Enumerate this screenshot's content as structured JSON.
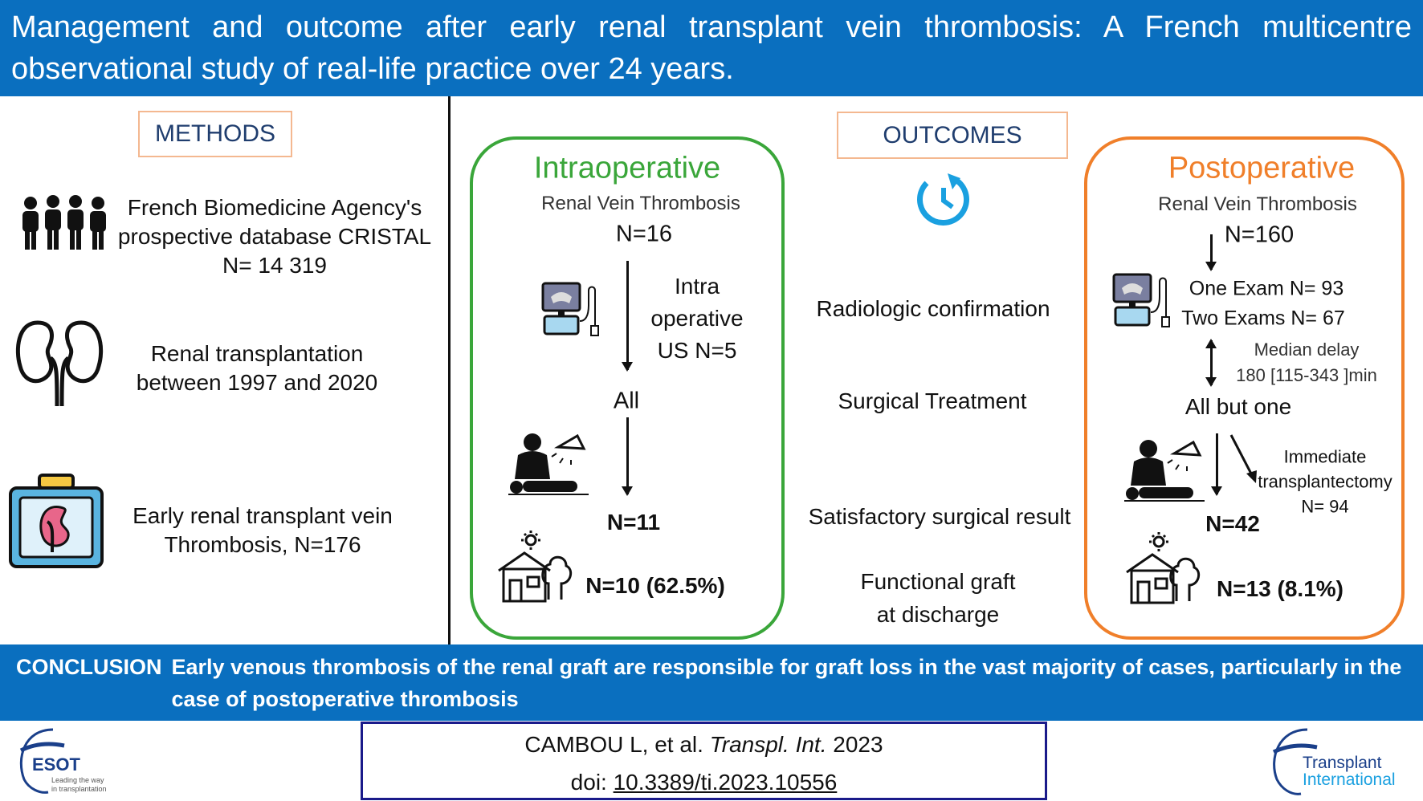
{
  "title": "Management and outcome after early renal transplant vein thrombosis: A French multicentre observational study of real-life practice over 24 years.",
  "methods": {
    "label": "METHODS",
    "items": [
      {
        "icon": "people-icon",
        "lines": [
          "French Biomedicine Agency's",
          "prospective database CRISTAL",
          "N= 14 319"
        ]
      },
      {
        "icon": "kidneys-icon",
        "lines": [
          "Renal transplantation",
          "between 1997 and 2020"
        ]
      },
      {
        "icon": "kidney-case-icon",
        "lines": [
          "Early renal transplant vein",
          "Thrombosis, N=176"
        ]
      }
    ]
  },
  "outcomes": {
    "label": "OUTCOMES",
    "icon": "clock-refresh-icon",
    "rows": [
      "Radiologic confirmation",
      "Surgical Treatment",
      "Satisfactory surgical result"
    ],
    "functional": [
      "Functional graft",
      "at discharge"
    ]
  },
  "intraoperative": {
    "title": "Intraoperative",
    "subtitle": "Renal Vein Thrombosis",
    "n": "N=16",
    "us": [
      "Intra",
      "operative",
      "US N=5"
    ],
    "surgery": "All",
    "satisfactory": "N=11",
    "functional": "N=10 (62.5%)",
    "color": "#3aa63a"
  },
  "postoperative": {
    "title": "Postoperative",
    "subtitle": "Renal Vein Thrombosis",
    "n": "N=160",
    "one_exam": "One Exam N= 93",
    "two_exams": "Two Exams N= 67",
    "delay_label": "Median delay",
    "delay_value": "180 [115-343 ]min",
    "surgery": "All but one",
    "transplantectomy": [
      "Immediate",
      "transplantectomy",
      "N= 94"
    ],
    "satisfactory": "N=42",
    "functional": "N=13 (8.1%)",
    "color": "#f07f2a"
  },
  "conclusion": {
    "label": "CONCLUSION",
    "text": "Early venous thrombosis of the renal graft are responsible for graft loss in the vast majority of cases, particularly in the case of postoperative thrombosis"
  },
  "citation": {
    "authors": "CAMBOU L, et al.",
    "journal": "Transpl. Int.",
    "year": "2023",
    "doi_label": "doi:",
    "doi": "10.3389/ti.2023.10556"
  },
  "logos": {
    "esot": {
      "name": "ESOT",
      "tagline": [
        "Leading the way",
        "in transplantation"
      ]
    },
    "ti": {
      "line1": "Transplant",
      "line2": "International"
    }
  }
}
